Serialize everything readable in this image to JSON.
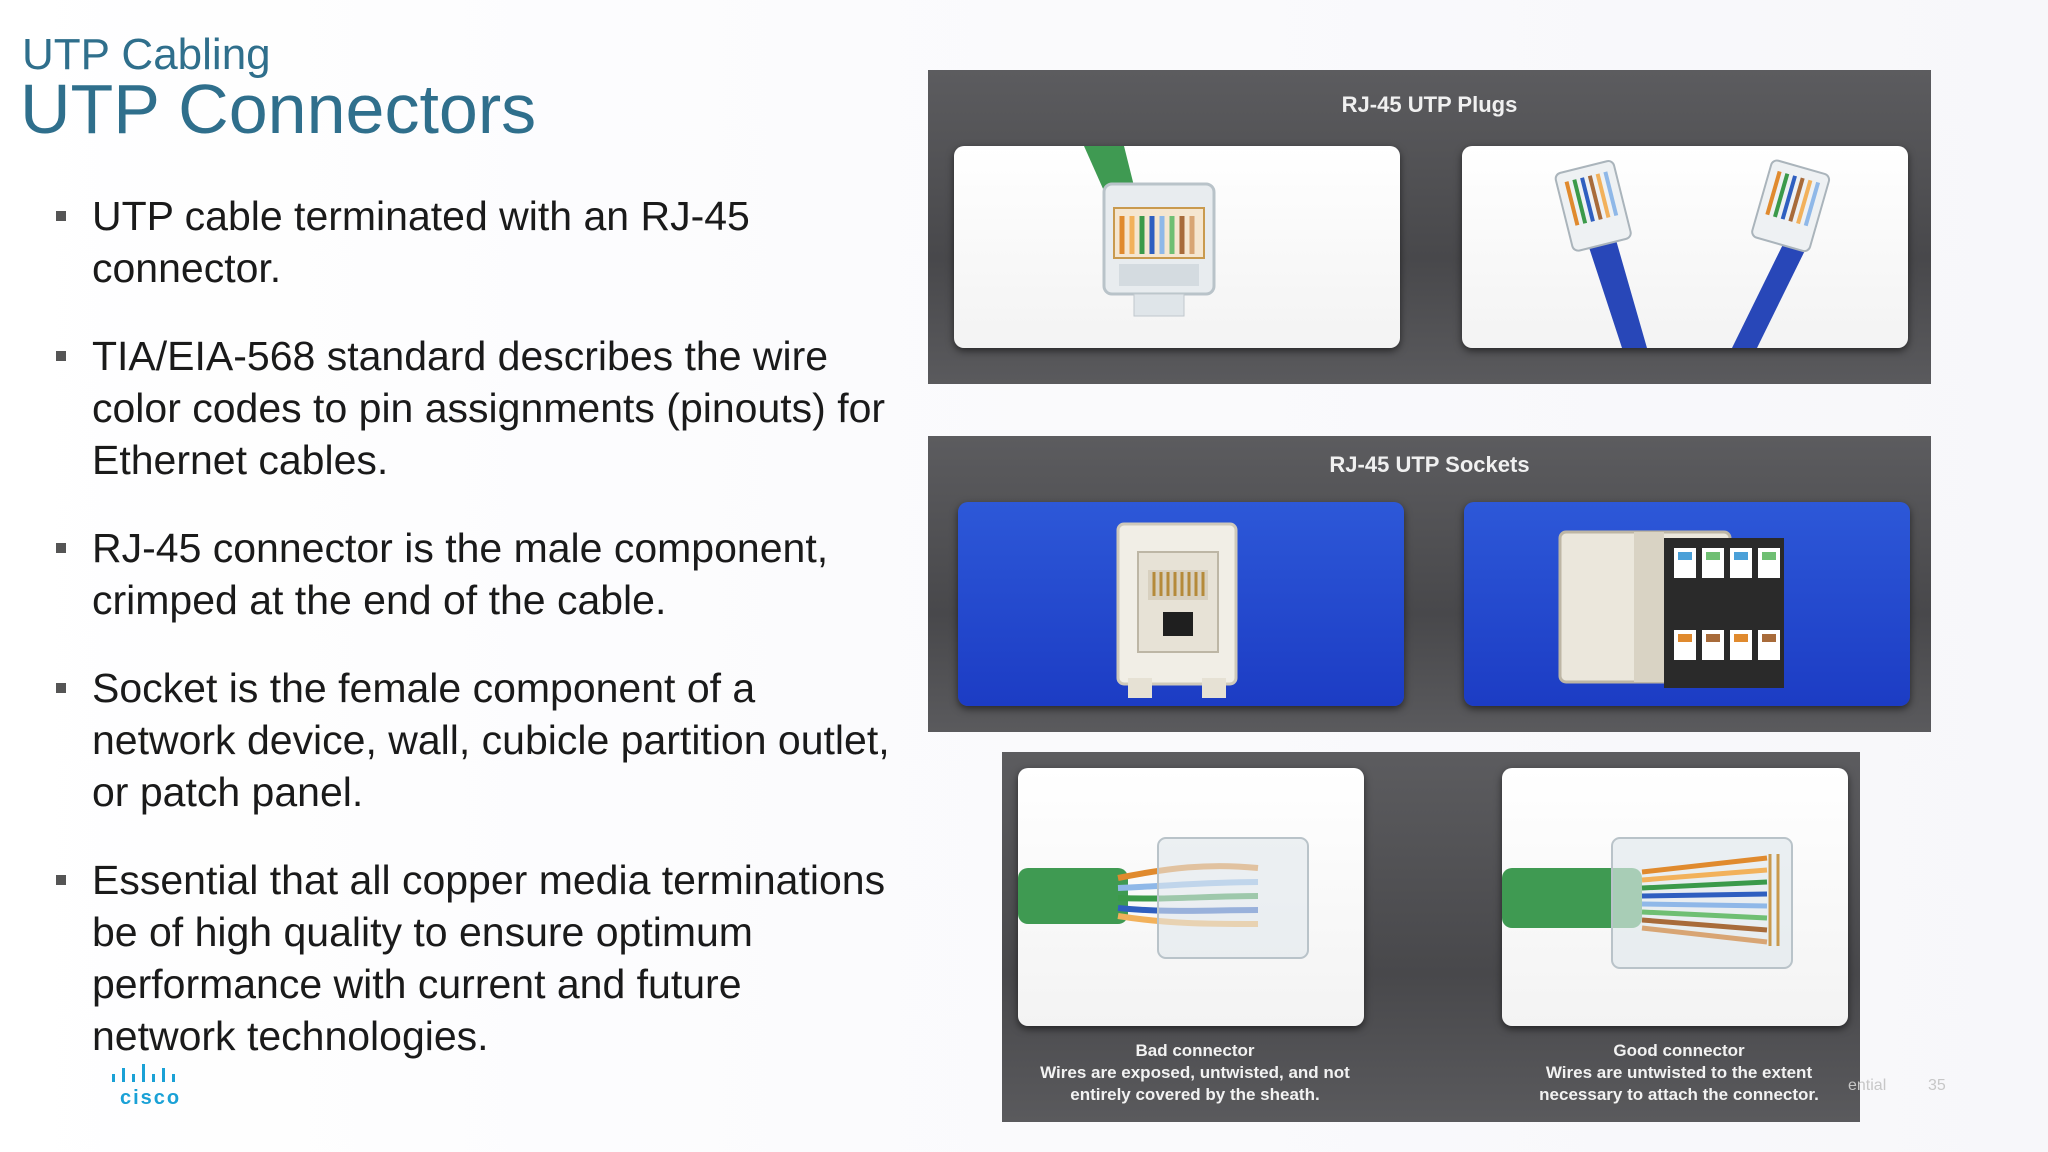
{
  "slide": {
    "kicker": "UTP Cabling",
    "title": "UTP Connectors",
    "bullets": [
      "UTP cable terminated with an RJ-45 connector.",
      "TIA/EIA-568 standard describes the wire color codes to pin assignments (pinouts) for Ethernet cables.",
      "RJ-45 connector is the male component, crimped at the end of the cable.",
      "Socket is the female component of a network device, wall, cubicle partition outlet, or patch panel.",
      "Essential that all copper media terminations be of high quality to ensure optimum performance with current and future network technologies."
    ]
  },
  "plugs_panel": {
    "title": "RJ-45 UTP Plugs"
  },
  "sockets_panel": {
    "title": "RJ-45 UTP Sockets"
  },
  "connectors_panel": {
    "bad": {
      "title": "Bad connector",
      "line1": "Wires are exposed, untwisted, and not",
      "line2": "entirely covered by the sheath."
    },
    "good": {
      "title": "Good connector",
      "line1": "Wires are untwisted to the extent",
      "line2": "necessary to attach the connector."
    }
  },
  "footer": {
    "logo_text": "cisco",
    "confidential": "ential",
    "page_number": "35"
  },
  "colors": {
    "title": "#2f6f8c",
    "cisco_blue": "#1aa1d6",
    "panel_gray": "#505053",
    "socket_blue": "#2347cc",
    "cable_green": "#3f9a52"
  }
}
